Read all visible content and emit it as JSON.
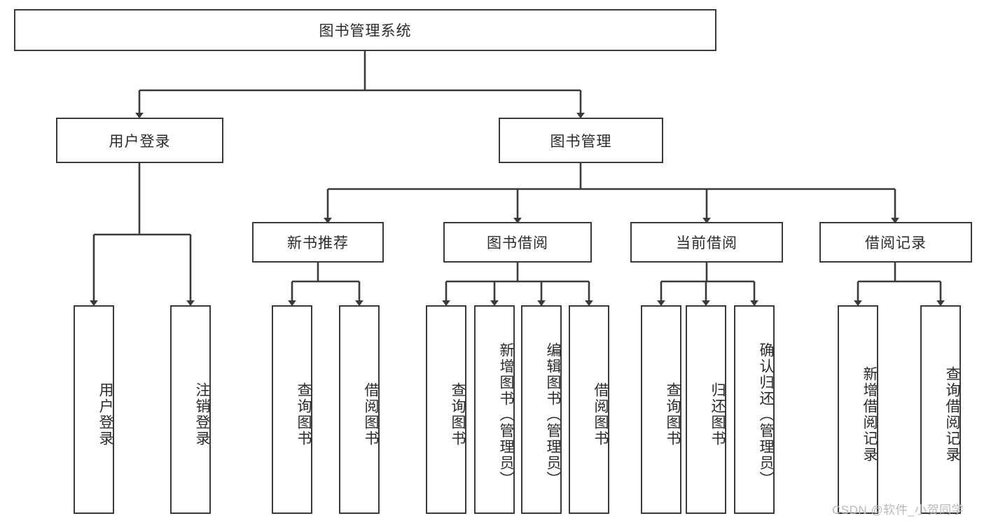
{
  "diagram": {
    "title": "图书管理系统",
    "root": {
      "id": "root",
      "label": "图书管理系统"
    },
    "level2": [
      {
        "id": "user-login",
        "label": "用户登录"
      },
      {
        "id": "book-manage",
        "label": "图书管理"
      }
    ],
    "level3": [
      {
        "id": "new-book-recommend",
        "label": "新书推荐"
      },
      {
        "id": "book-borrow",
        "label": "图书借阅"
      },
      {
        "id": "current-borrow",
        "label": "当前借阅"
      },
      {
        "id": "borrow-record",
        "label": "借阅记录"
      }
    ],
    "leaves": {
      "user-login": [
        {
          "id": "leaf-user-login",
          "label": "用户登录"
        },
        {
          "id": "leaf-logout-login",
          "label": "注销登录"
        }
      ],
      "new-book-recommend": [
        {
          "id": "leaf-query-book-1",
          "label": "查询图书"
        },
        {
          "id": "leaf-borrow-book-1",
          "label": "借阅图书"
        }
      ],
      "book-borrow": [
        {
          "id": "leaf-query-book-2",
          "label": "查询图书"
        },
        {
          "id": "leaf-add-book",
          "label": "新增图书（管理员）"
        },
        {
          "id": "leaf-edit-book",
          "label": "编辑图书（管理员）"
        },
        {
          "id": "leaf-borrow-book-2",
          "label": "借阅图书"
        }
      ],
      "current-borrow": [
        {
          "id": "leaf-query-book-3",
          "label": "查询图书"
        },
        {
          "id": "leaf-return-book",
          "label": "归还图书"
        },
        {
          "id": "leaf-confirm-return",
          "label": "确认归还（管理员）"
        }
      ],
      "borrow-record": [
        {
          "id": "leaf-add-record",
          "label": "新增借阅记录"
        },
        {
          "id": "leaf-query-record",
          "label": "查询借阅记录"
        }
      ]
    }
  },
  "watermark": {
    "text": "CSDN @软件_小贺同学"
  },
  "colors": {
    "stroke": "#3a3a3a",
    "background": "#ffffff",
    "text": "#2b2b2b",
    "watermark": "#b9b9b9"
  }
}
